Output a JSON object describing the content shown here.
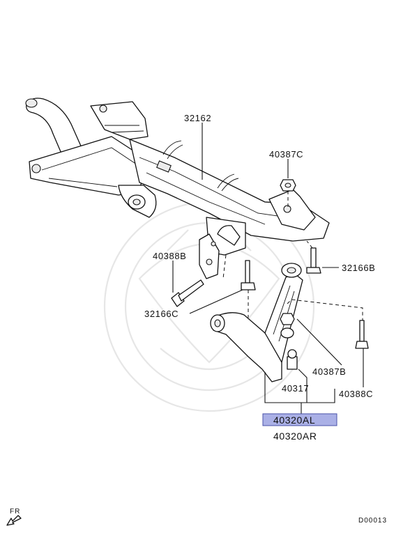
{
  "diagram": {
    "labels": {
      "crossmember": "32162",
      "nut_upper": "40387C",
      "bolt_left": "40388B",
      "bolt_right": "32166B",
      "bolt_center": "32166C",
      "nut_lower": "40387B",
      "bolt_lower_right": "40388C",
      "ball_joint": "40317",
      "arm_left": "40320AL",
      "arm_right": "40320AR"
    },
    "direction_label": "FR",
    "diagram_code": "D00013",
    "colors": {
      "highlight_fill": "#aab0e6",
      "highlight_border": "#4a52a8",
      "line": "#111111"
    }
  }
}
